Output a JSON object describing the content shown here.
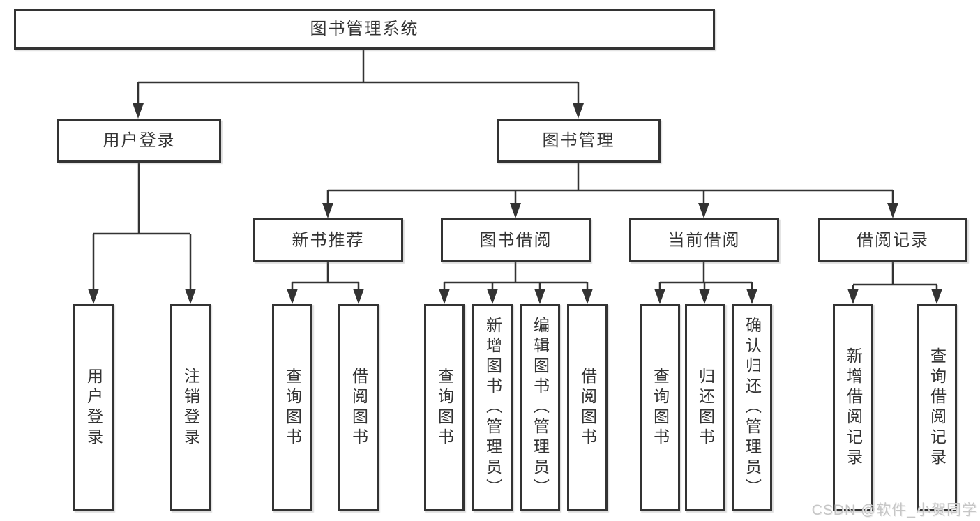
{
  "nodes": {
    "root": {
      "label": "图书管理系统"
    },
    "level1": [
      {
        "label": "用户登录"
      },
      {
        "label": "图书管理"
      }
    ],
    "level2": [
      {
        "label": "新书推荐"
      },
      {
        "label": "图书借阅"
      },
      {
        "label": "当前借阅"
      },
      {
        "label": "借阅记录"
      }
    ],
    "leaves": [
      {
        "label": "用户登录"
      },
      {
        "label": "注销登录"
      },
      {
        "label": "查询图书"
      },
      {
        "label": "借阅图书"
      },
      {
        "label": "查询图书"
      },
      {
        "label": "新增图书（管理员）"
      },
      {
        "label": "编辑图书（管理员）"
      },
      {
        "label": "借阅图书"
      },
      {
        "label": "查询图书"
      },
      {
        "label": "归还图书"
      },
      {
        "label": "确认归还（管理员）"
      },
      {
        "label": "新增借阅记录"
      },
      {
        "label": "查询借阅记录"
      }
    ]
  },
  "watermark": "CSDN @软件_小贺同学",
  "colors": {
    "line": "#333333",
    "text": "#333333",
    "background": "#ffffff",
    "watermark": "#c6c6c6"
  }
}
